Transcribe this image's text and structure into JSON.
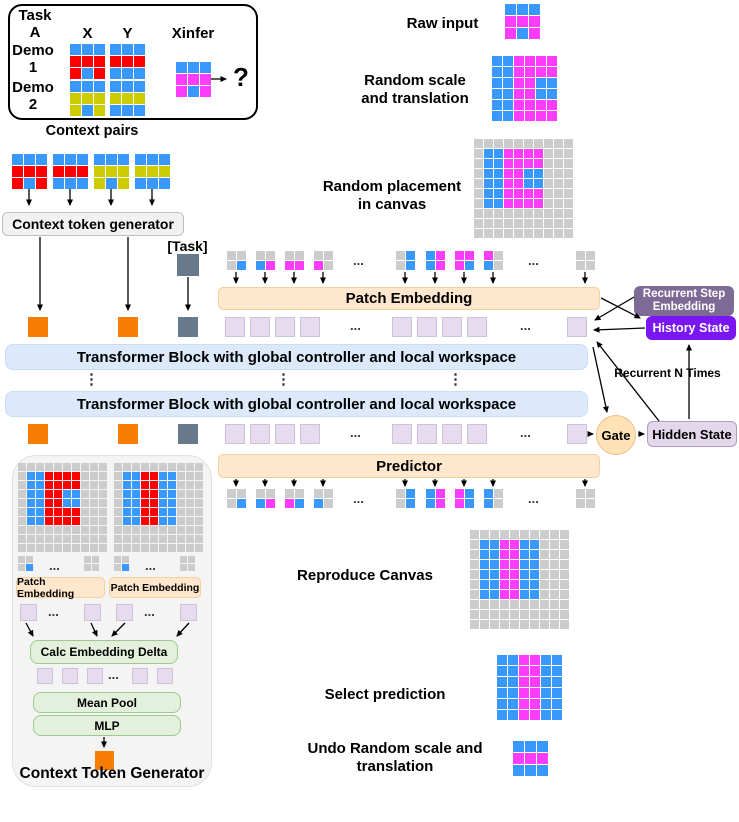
{
  "colors": {
    "B": "#3898fc",
    "M": "#fb3dfb",
    "R": "#fe0000",
    "Y": "#cccc00",
    "G": "#cccccc",
    "token_orange": "#f87d05",
    "token_slate": "#68798c",
    "token_lavender": "#e6dcee",
    "token_lavender_border": "#cfc0dc",
    "peach_fill": "#ffe7ce",
    "peach_border": "#f4cf9f",
    "blue_fill": "#dbe9fb",
    "blue_border": "#c8dcf6",
    "green_fill": "#e3f1dc",
    "green_border": "#9ec98c",
    "gray_box_fill": "#f2f2f2",
    "gray_box_border": "#bdbdbd",
    "ctg_fill": "#f4f4f4",
    "ctg_border": "#e2e2e2",
    "rse_fill": "#7d6b96",
    "history_fill": "#7a16f2",
    "hidden_fill": "#e3d7ec",
    "hidden_border": "#b39bc7",
    "gate_fill": "#ffe2b6",
    "gate_border": "#efc089",
    "task_box_border": "#000000"
  },
  "task_box": {
    "title_line1": "Task",
    "title_line2": "A",
    "col_x": "X",
    "col_y": "Y",
    "col_xinfer": "Xinfer",
    "demo1_line1": "Demo",
    "demo1_line2": "1",
    "demo2_line1": "Demo",
    "demo2_line2": "2",
    "question_mark": "?",
    "caption": "Context pairs",
    "grids": {
      "demo1_x": [
        "BBB",
        "RRR",
        "RBR"
      ],
      "demo1_y": [
        "BBB",
        "RRR",
        "BBB"
      ],
      "demo2_x": [
        "BBB",
        "YYY",
        "YBY"
      ],
      "demo2_y": [
        "BBB",
        "YYY",
        "BBB"
      ],
      "xinfer": [
        "BBB",
        "MMM",
        "MBM"
      ]
    }
  },
  "context_pairs": {
    "grid1": [
      "BBB",
      "RRR",
      "RBR"
    ],
    "grid2": [
      "BBB",
      "RRR",
      "BBB"
    ],
    "grid3": [
      "BBB",
      "YYY",
      "YBY"
    ],
    "grid4": [
      "BBB",
      "YYY",
      "BBB"
    ]
  },
  "generator_box_label": "Context token generator",
  "task_token_label": "[Task]",
  "pipeline_right": {
    "raw_input_label": "Raw input",
    "raw_grid": [
      "BBB",
      "MMM",
      "MBM"
    ],
    "random_scale_label_1": "Random scale",
    "random_scale_label_2": "and translation",
    "scale_grid": [
      "BBMMMM",
      "BBMMMM",
      "BBMMBB",
      "BBMMBB",
      "BBMMMM",
      "BBMMMM"
    ],
    "random_placement_label_1": "Random placement",
    "random_placement_label_2": "in canvas",
    "placement_canvas": [
      "GGGGGGGGGG",
      "GBBMMMMGGG",
      "GBBMMMMGGG",
      "GBBMMBBGGG",
      "GBBMMBBGGG",
      "GBBMMMMGGG",
      "GBBMMMMGGG",
      "GGGGGGGGGG",
      "GGGGGGGGGG",
      "GGGGGGGGGG"
    ],
    "reproduce_label": "Reproduce Canvas",
    "reproduce_canvas": [
      "GGGGGGGGGG",
      "GBBMMBBGGG",
      "GBBMMBBGGG",
      "GBBMMBBGGG",
      "GBBMMBBGGG",
      "GBBMMBBGGG",
      "GBBMMBBGGG",
      "GGGGGGGGGG",
      "GGGGGGGGGG",
      "GGGGGGGGGG"
    ],
    "select_label": "Select prediction",
    "select_grid": [
      "BBMMBB",
      "BBMMBB",
      "BBMMBB",
      "BBMMBB",
      "BBMMBB",
      "BBMMBB"
    ],
    "undo_label_1": "Undo Random scale and",
    "undo_label_2": "translation",
    "undo_grid": [
      "BBB",
      "MMM",
      "BBB"
    ]
  },
  "embedding": {
    "patch_embedding_label": "Patch Embedding",
    "predictor_label": "Predictor",
    "input_patches": [
      [
        "GG",
        "GB"
      ],
      [
        "GG",
        "BM"
      ],
      [
        "GG",
        "MM"
      ],
      [
        "GG",
        "MG"
      ],
      "dots",
      [
        "GB",
        "GB"
      ],
      [
        "BM",
        "BM"
      ],
      [
        "MM",
        "MB"
      ],
      [
        "MG",
        "BG"
      ],
      "dots",
      [
        "GG",
        "GG"
      ]
    ],
    "output_patches": [
      [
        "GG",
        "GB"
      ],
      [
        "GG",
        "BM"
      ],
      [
        "GG",
        "MB"
      ],
      [
        "GG",
        "BG"
      ],
      "dots",
      [
        "GB",
        "GB"
      ],
      [
        "BM",
        "BM"
      ],
      [
        "MB",
        "MB"
      ],
      [
        "BG",
        "BG"
      ],
      "dots",
      [
        "GG",
        "GG"
      ]
    ]
  },
  "tokens": {
    "row": [
      "ctx",
      "ctx",
      "task",
      "emb",
      "emb",
      "emb",
      "emb",
      "dots",
      "emb",
      "emb",
      "emb",
      "emb",
      "dots",
      "emb"
    ]
  },
  "transformer": {
    "label": "Transformer Block with global controller and local workspace"
  },
  "recurrent": {
    "step_embedding_line1": "Recurrent Step",
    "step_embedding_line2": "Embedding",
    "history_state": "History State",
    "recurrent_n_times": "Recurrent N Times",
    "gate": "Gate",
    "hidden_state": "Hidden State"
  },
  "ctg": {
    "caption": "Context Token Generator",
    "patch_embedding_label": "Patch Embedding",
    "calc_delta": "Calc Embedding Delta",
    "mean_pool": "Mean Pool",
    "mlp": "MLP",
    "canvas_left": [
      "GGGGGGGGGG",
      "GBBRRRRGGG",
      "GBBRRRRGGG",
      "GBBRRBBGGG",
      "GBBRRBBGGG",
      "GBBRRRRGGG",
      "GBBRRRRGGG",
      "GGGGGGGGGG",
      "GGGGGGGGGG",
      "GGGGGGGGGG"
    ],
    "canvas_right": [
      "GGGGGGGGGG",
      "GBBRRBBGGG",
      "GBBRRBBGGG",
      "GBBRRBBGGG",
      "GBBRRBBGGG",
      "GBBRRBBGGG",
      "GBBRRBBGGG",
      "GGGGGGGGGG",
      "GGGGGGGGGG",
      "GGGGGGGGGG"
    ],
    "patches_left": [
      [
        "GG",
        "GB"
      ],
      "dots",
      [
        "GG",
        "GG"
      ]
    ],
    "patches_right": [
      [
        "GG",
        "GB"
      ],
      "dots",
      [
        "GG",
        "GG"
      ]
    ],
    "token_row_left": [
      "emb",
      "dots",
      "emb"
    ],
    "token_row_right": [
      "emb",
      "dots",
      "emb"
    ],
    "token_row_mid": [
      "emb",
      "emb",
      "emb",
      "dots",
      "emb",
      "emb"
    ]
  },
  "misc": {
    "dots": "...",
    "vdots": "⋮"
  }
}
